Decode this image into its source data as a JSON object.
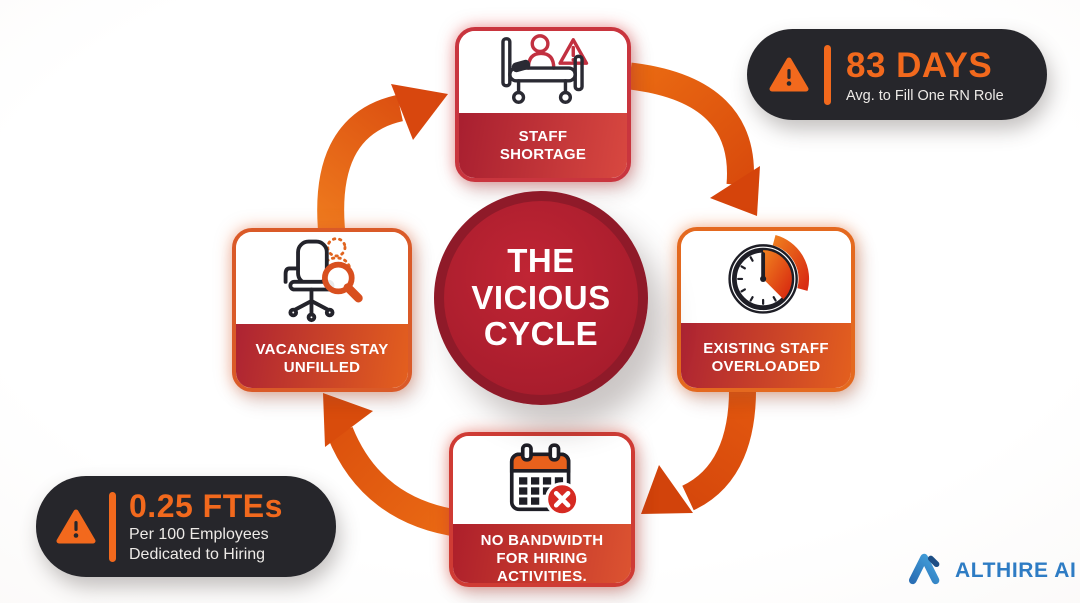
{
  "center": {
    "title": "THE VICIOUS CYCLE"
  },
  "cards": [
    {
      "id": "staff-shortage",
      "label": "STAFF SHORTAGE",
      "icon": "hospital-bed-patient-warning-icon"
    },
    {
      "id": "existing-staff-overloaded",
      "label": "EXISTING STAFF OVERLOADED",
      "icon": "overloaded-clock-icon"
    },
    {
      "id": "no-bandwidth",
      "label": "NO BANDWIDTH FOR HIRING ACTIVITIES.",
      "icon": "calendar-blocked-icon"
    },
    {
      "id": "vacancies-unfilled",
      "label": "VACANCIES STAY UNFILLED",
      "icon": "empty-chair-search-icon"
    }
  ],
  "stats": [
    {
      "id": "days-to-fill",
      "value": "83 DAYS",
      "caption": "Avg. to Fill One RN Role",
      "icon": "warning-triangle-icon"
    },
    {
      "id": "hiring-ftes",
      "value": "0.25 FTEs",
      "caption": "Per 100 Employees Dedicated to Hiring",
      "icon": "warning-triangle-icon"
    }
  ],
  "brand": {
    "name": "ALTHIRE AI",
    "icon": "althire-logo-icon"
  },
  "colors": {
    "arrow_orange": "#e4590f",
    "accent_orange": "#f2691d",
    "center_red": "#a91d2d",
    "center_ring": "#8f1a29",
    "card_red_border": "#c9353e",
    "card_orange_border": "#e4691f",
    "label_gradient_red": "#ad2333",
    "label_gradient_orange": "#e4601e",
    "badge_bg": "#26262b",
    "brand_blue": "#2e7cc4"
  }
}
